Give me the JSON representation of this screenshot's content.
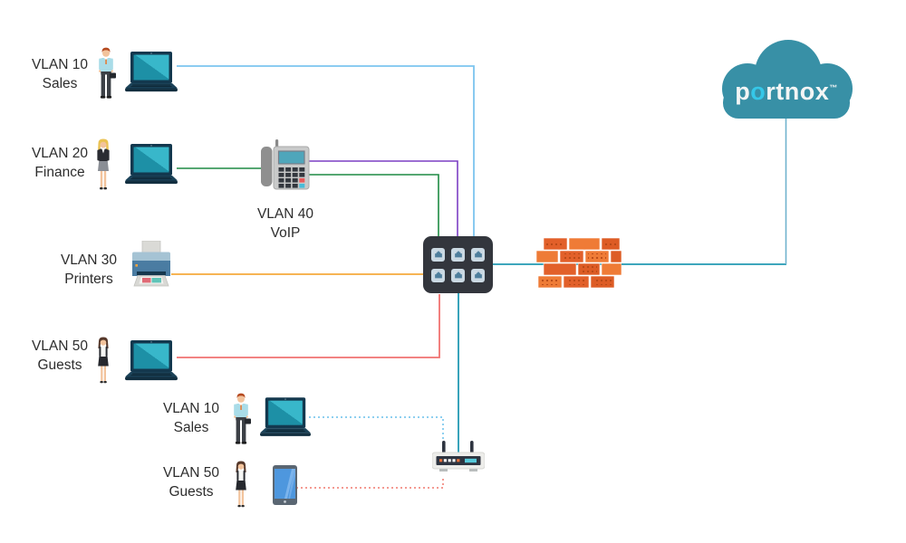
{
  "diagram": {
    "title_hidden": "",
    "nodes": {
      "vlan10_wired": {
        "line1": "VLAN 10",
        "line2": "Sales"
      },
      "vlan20_finance": {
        "line1": "VLAN 20",
        "line2": "Finance"
      },
      "vlan40_voip": {
        "line1": "VLAN 40",
        "line2": "VoIP"
      },
      "vlan30_printers": {
        "line1": "VLAN 30",
        "line2": "Printers"
      },
      "vlan50_wired": {
        "line1": "VLAN 50",
        "line2": "Guests"
      },
      "vlan10_wireless": {
        "line1": "VLAN 10",
        "line2": "Sales"
      },
      "vlan50_wireless": {
        "line1": "VLAN 50",
        "line2": "Guests"
      }
    },
    "cloud": {
      "brand_p": "p",
      "brand_o": "o",
      "brand_rest": "rtnox",
      "trademark": "™",
      "body_color": "#3890A6",
      "accent_color": "#35C7E8"
    },
    "devices": {
      "switch_ports": 6,
      "switch_color": "#33363D",
      "firewall_color": "#E8692E",
      "router_light_color": "#E8703A"
    },
    "links": {
      "vlan10_sales": {
        "color": "#7CC5EF",
        "style": "solid"
      },
      "vlan20_finance": {
        "color": "#1E8A43",
        "style": "solid"
      },
      "vlan40_voip": {
        "color": "#7C3FC4",
        "style": "solid"
      },
      "vlan30_printers": {
        "color": "#F5A93B",
        "style": "solid"
      },
      "vlan50_guests": {
        "color": "#F07270",
        "style": "solid"
      },
      "switch_firewall": {
        "color": "#2399B2",
        "style": "solid"
      },
      "firewall_cloud": {
        "color": "#6FB3CE",
        "style": "solid"
      },
      "switch_router": {
        "color": "#2399B2",
        "style": "solid"
      },
      "wifi_sales": {
        "color": "#8ED0F0",
        "style": "dotted"
      },
      "wifi_guests": {
        "color": "#F49A92",
        "style": "dotted"
      }
    }
  }
}
